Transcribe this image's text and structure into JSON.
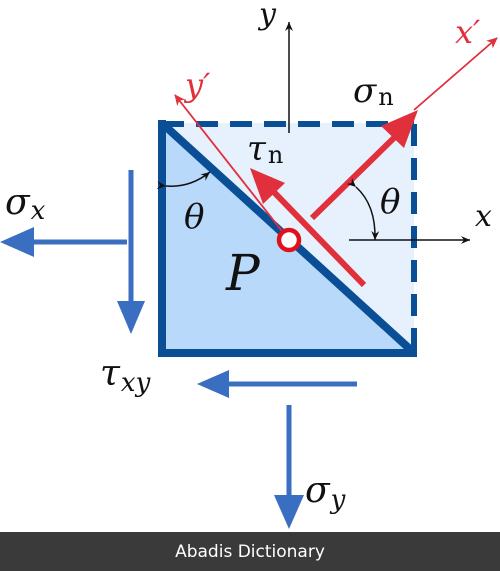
{
  "diagram": {
    "labels": {
      "y_axis": "y",
      "x_axis": "x",
      "x_prime": "x′",
      "y_prime": "y′",
      "sigma_n": "σ",
      "sigma_n_sub": "n",
      "tau_n": "τ",
      "tau_n_sub": "n",
      "theta_left": "θ",
      "theta_right": "θ",
      "point": "P",
      "sigma_x": "σ",
      "sigma_x_sub": "x",
      "sigma_y": "σ",
      "sigma_y_sub": "y",
      "tau_xy": "τ",
      "tau_xy_sub": "xy"
    },
    "colors": {
      "square_edge": "#0a4f96",
      "triangle_fill": "#b9d9fb",
      "square_fill": "#e6f1fd",
      "stress_arrow": "#3a6ec0",
      "red_arrow": "#e0303c",
      "axis": "#111111"
    }
  },
  "footer": {
    "brand": "Abadis Dictionary"
  }
}
